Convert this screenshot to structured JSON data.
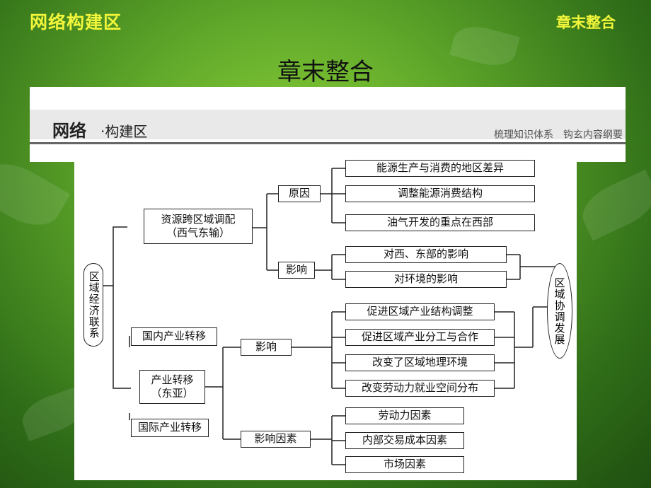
{
  "header": {
    "left_title": "网络构建区",
    "right_title": "章末整合"
  },
  "main_title": "章末整合",
  "banner": {
    "tab": "网络",
    "subtitle": "·构建区",
    "right_text": "梳理知识体系　钩玄内容纲要"
  },
  "diagram": {
    "root": "区域经济联系",
    "result": "区域协调发展",
    "branch1": {
      "label": "资源跨区域调配（西气东输）",
      "line1": "资源跨区域调配",
      "line2": "（西气东输）",
      "cause": "原因",
      "causes": [
        "能源生产与消费的地区差异",
        "调整能源消费结构",
        "油气开发的重点在西部"
      ],
      "impact": "影响",
      "impacts": [
        "对西、东部的影响",
        "对环境的影响"
      ]
    },
    "branch2": {
      "line1": "产业转移",
      "line2": "（东亚）",
      "domestic": "国内产业转移",
      "international": "国际产业转移",
      "impact": "影响",
      "impacts": [
        "促进区域产业结构调整",
        "促进区域产业分工与合作",
        "改变了区域地理环境",
        "改变劳动力就业空间分布"
      ],
      "factors": "影响因素",
      "factor_items": [
        "劳动力因素",
        "内部交易成本因素",
        "市场因素"
      ]
    }
  }
}
